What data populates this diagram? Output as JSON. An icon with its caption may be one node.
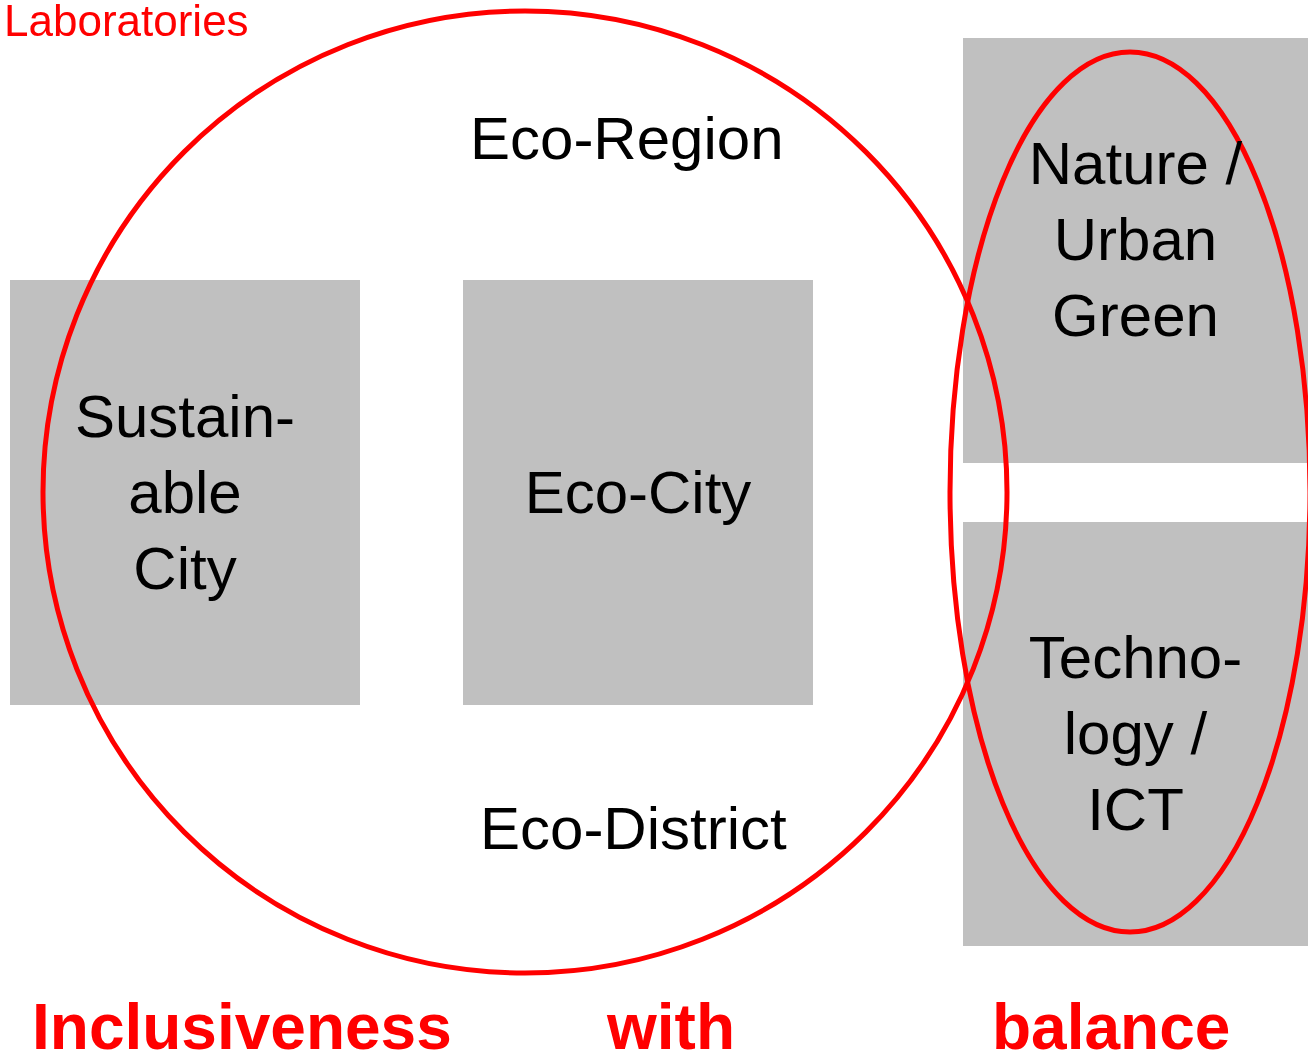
{
  "diagram": {
    "nodes": [
      {
        "text": [
          "Eco-Region",
          "Eco-District"
        ]
      },
      {
        "text": [
          "Sustain- able City"
        ]
      },
      {
        "text": [
          "Eco-City"
        ],
        "in": 0
      },
      {
        "text": [
          "Nature / Urban Green"
        ]
      },
      {
        "text": [
          "Techno- logy / ICT"
        ]
      }
    ],
    "edges": [],
    "labels": [
      "Laboratories",
      "Inclusiveness",
      "with",
      "balance"
    ]
  }
}
